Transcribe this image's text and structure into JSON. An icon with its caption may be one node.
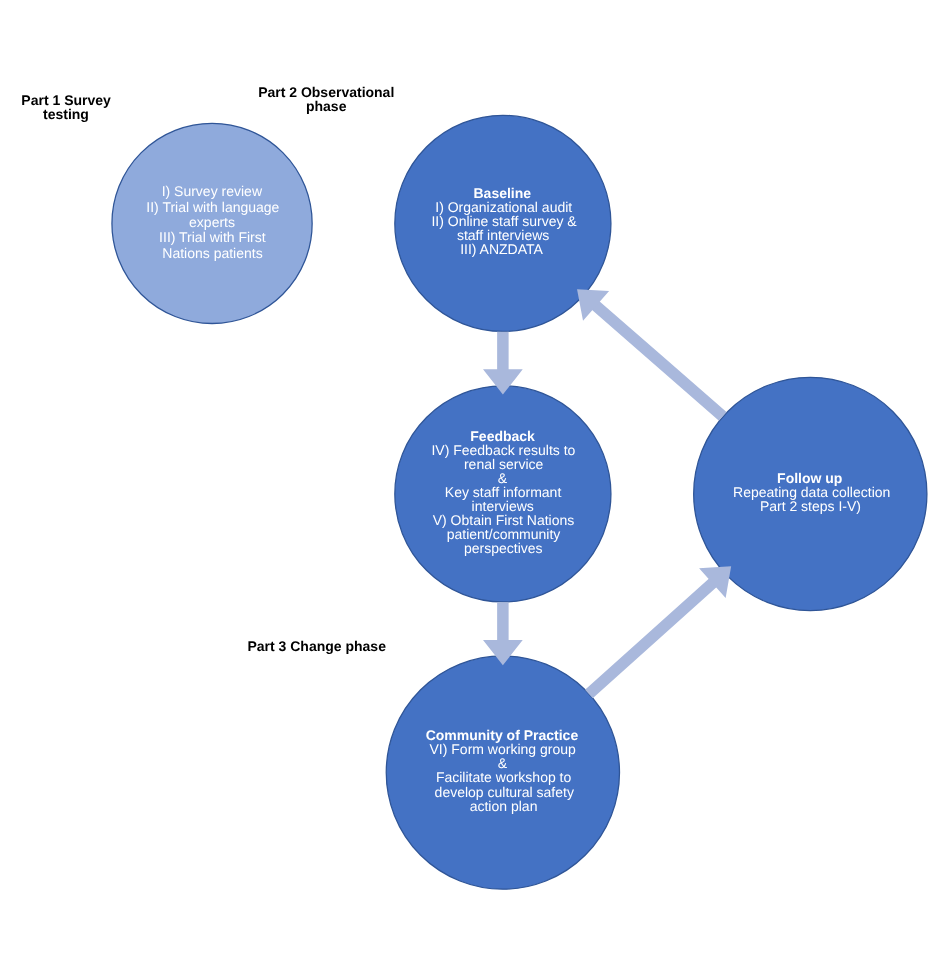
{
  "diagram": {
    "nodes": [
      {
        "text": [
          "Part 1 Survey testing",
          "I) Survey review",
          "II) Trial with language experts",
          "III) Trial with First Nations patients"
        ]
      },
      {
        "text": [
          "Part 2 Observational phase",
          "Baseline",
          "I) Organizational audit",
          "II) Online staff survey & staff interviews",
          "III) ANZDATA"
        ]
      },
      {
        "text": [
          "Feedback",
          "IV) Feedback results to renal service",
          "&",
          "Key staff informant interviews",
          "V) Obtain First Nations patient/community perspectives"
        ]
      },
      {
        "text": [
          "Follow up",
          "Repeating data collection Part 2 steps I-V)"
        ]
      },
      {
        "text": [
          "Part 3 Change phase",
          "Community of Practice",
          "VI) Form working group",
          "&",
          "Facilitate workshop to develop cultural safety action plan"
        ]
      }
    ],
    "edges": [
      {
        "from": 1,
        "to": 2,
        "arrow": "to"
      },
      {
        "from": 2,
        "to": 4,
        "arrow": "to"
      },
      {
        "from": 4,
        "to": 3,
        "arrow": "to"
      },
      {
        "from": 3,
        "to": 1,
        "arrow": "to"
      }
    ]
  }
}
